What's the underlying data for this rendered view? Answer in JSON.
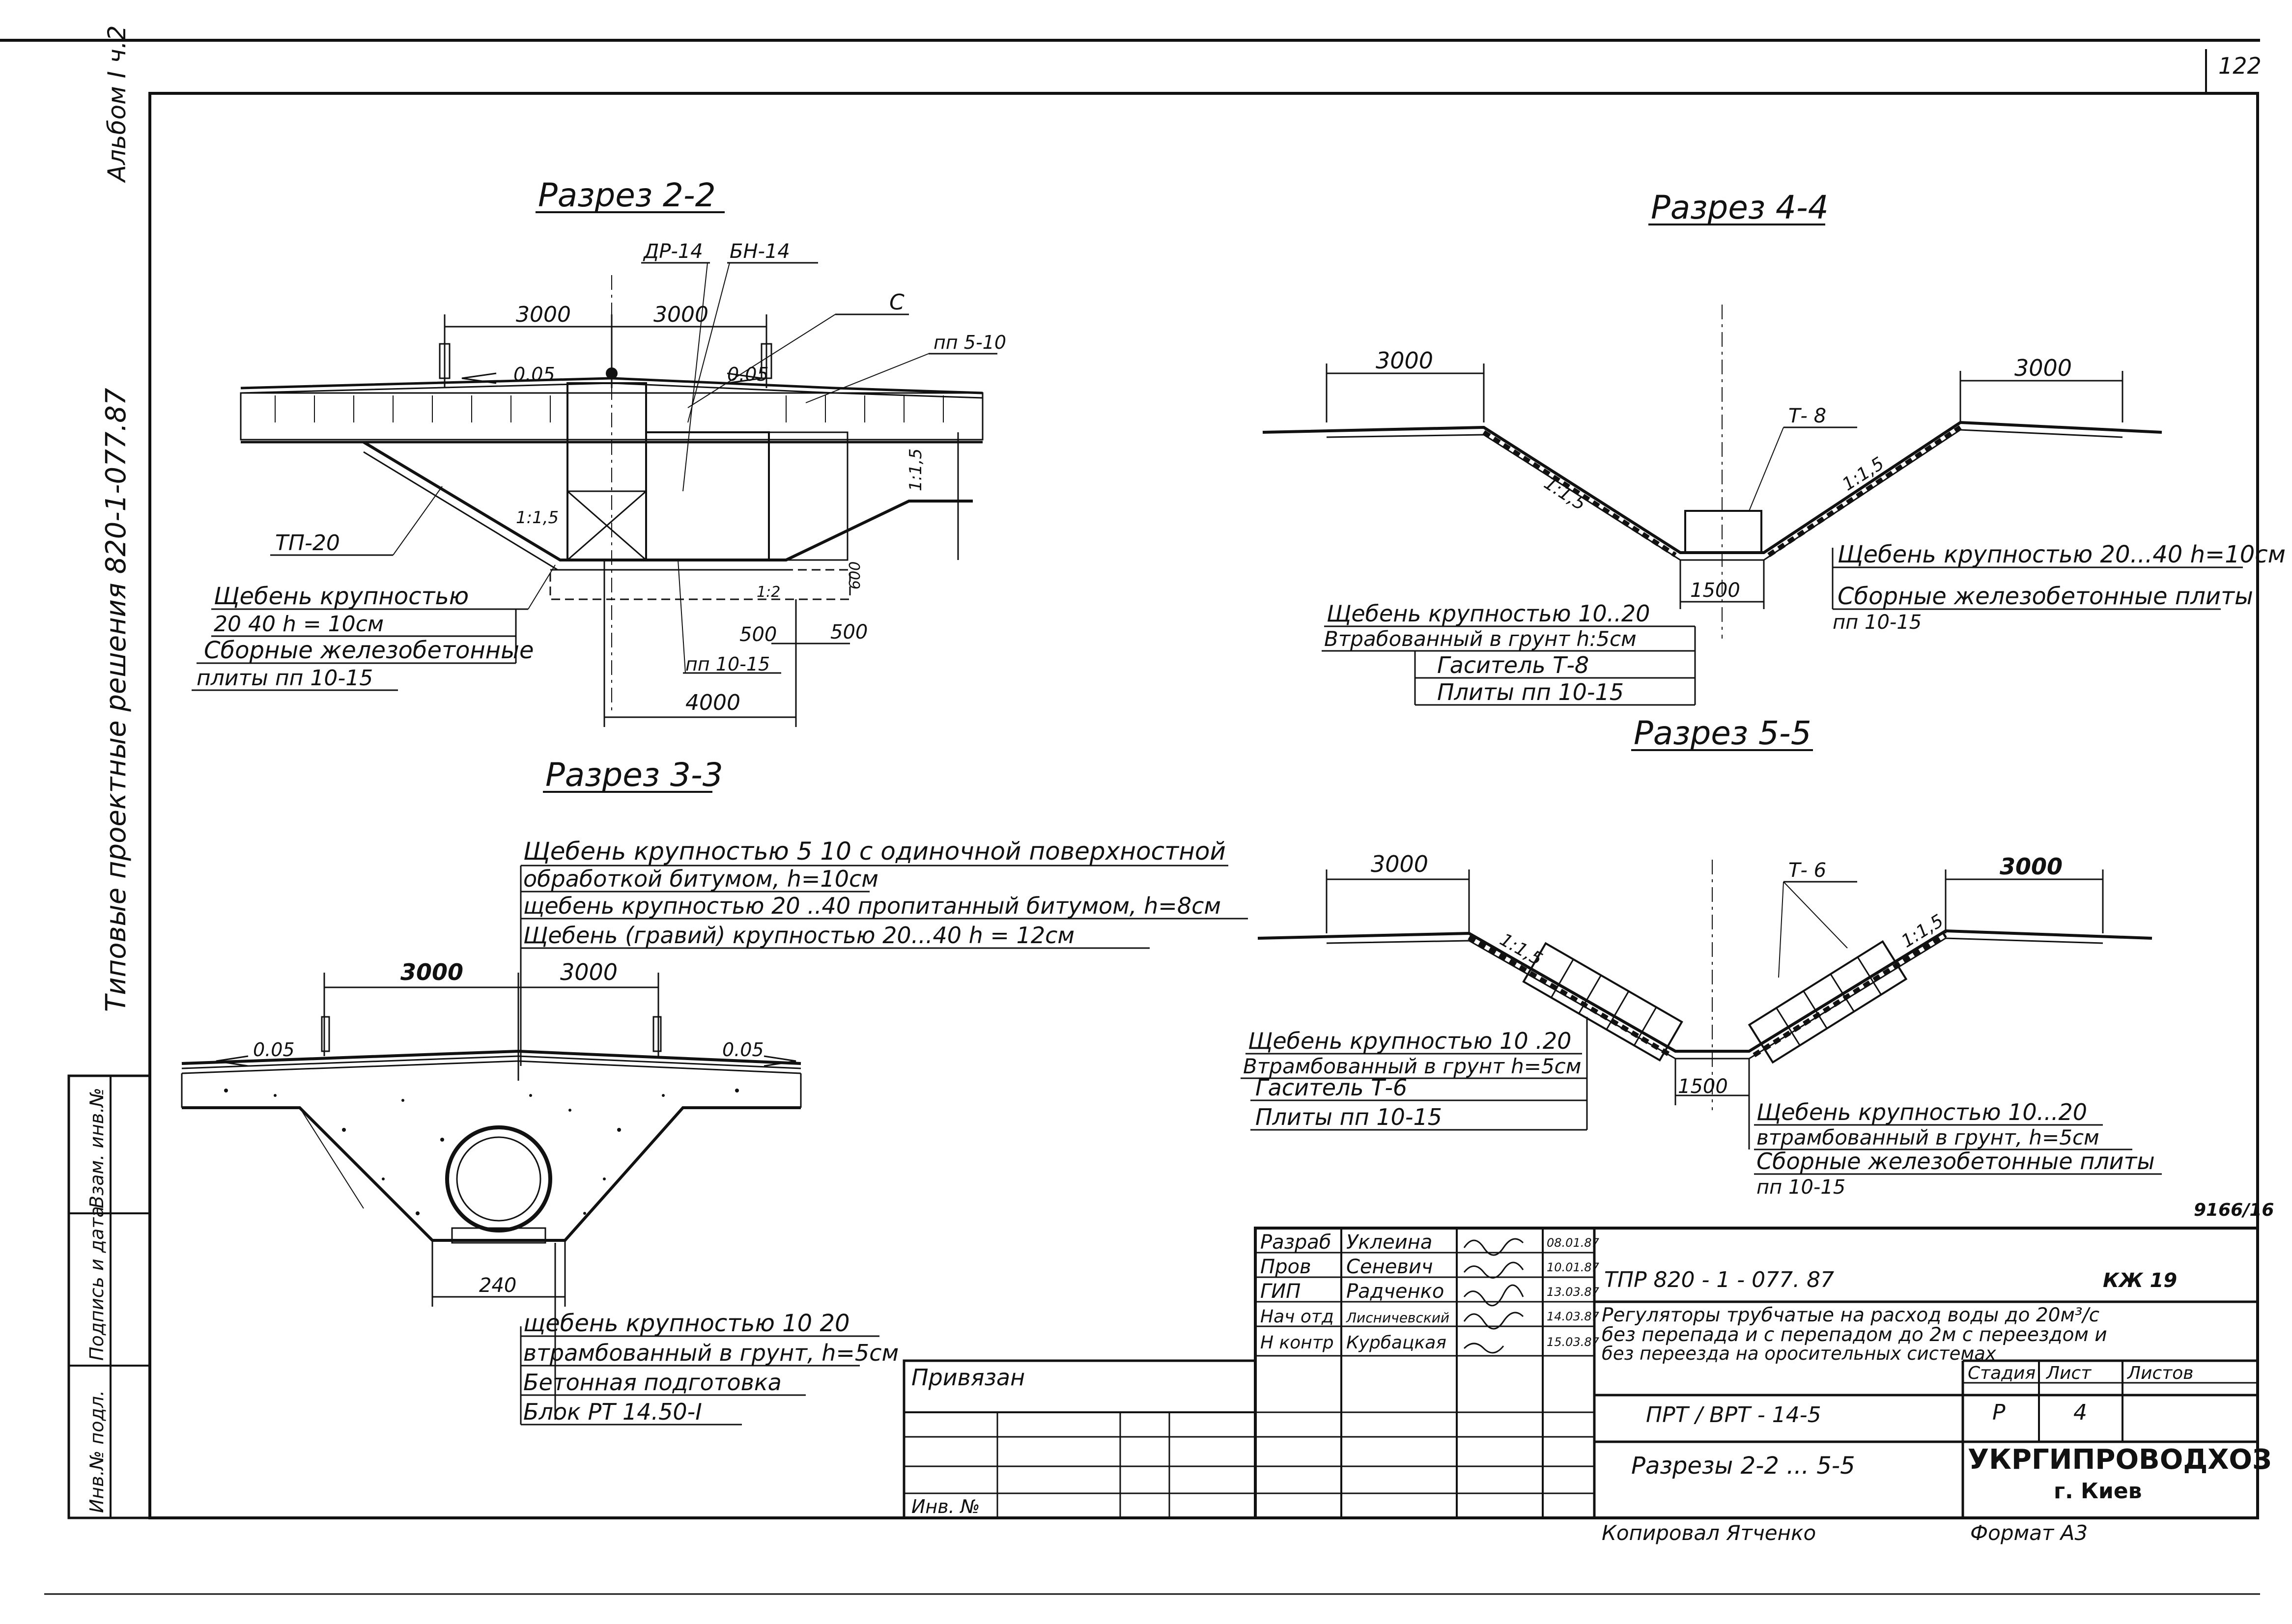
{
  "sheet": {
    "page_number": "122",
    "album_label": "Альбом I ч.2",
    "side_title": "Типовые проектные решения   820-1-077.87",
    "doc_code_mark": "9166/16"
  },
  "section_2_2": {
    "title": "Разрез 2-2",
    "labels": {
      "dr": "ДР-14",
      "bn": "БН-14",
      "c": "С",
      "pp510": "пп 5-10",
      "tp20": "ТП-20",
      "pp1015": "пп 10-15",
      "slope_left": "1:1,5",
      "slope_right": "1:1,5",
      "slope_bottom": "1:2"
    },
    "dims": {
      "d1": "3000",
      "d2": "3000",
      "grade_left": "0.05",
      "grade_right": "0.05",
      "d500a": "500",
      "d500b": "500",
      "d4000": "4000",
      "d600": "600"
    },
    "callouts": [
      "Щебень  крупностью",
      "20   40        h = 10см",
      "Сборные железобетонные",
      "плиты  пп 10-15"
    ]
  },
  "section_3_3": {
    "title": "Разрез 3-3",
    "dims": {
      "d1": "3000",
      "d2": "3000",
      "grade_left": "0.05",
      "grade_right": "0.05",
      "d240": "240"
    },
    "callouts_top": [
      "Щебень крупностью 5  10     с одиночной поверхностной",
      "обработкой битумом, h=10см",
      "щебень крупностью 20 ..40     пропитанный битумом, h=8см",
      "Щебень (гравий) крупностью  20...40        h = 12см"
    ],
    "callouts_bottom": [
      "щебень крупностью 10  20",
      "втрамбованный в грунт, h=5см",
      "Бетонная подготовка",
      "Блок  РТ  14.50-I"
    ]
  },
  "section_4_4": {
    "title": "Разрез 4-4",
    "dims": {
      "d1": "3000",
      "d2": "3000",
      "d1500": "1500"
    },
    "labels": {
      "t8": "Т- 8",
      "slope_left": "1:1,5",
      "slope_right": "1:1,5"
    },
    "callouts_left": [
      "Щебень крупностью 10..20",
      "Втрабованный в грунт  h:5см",
      "Гаситель  Т-8",
      "Плиты    пп 10-15"
    ],
    "callouts_right": [
      "Щебень  крупностью  20...40     h=10см",
      "Сборные железобетонные плиты",
      "пп 10-15"
    ]
  },
  "section_5_5": {
    "title": "Разрез 5-5",
    "dims": {
      "d1": "3000",
      "d2": "3000",
      "d1500": "1500"
    },
    "labels": {
      "t6": "Т- 6",
      "slope_left": "1:1,5",
      "slope_right": "1:1,5"
    },
    "callouts_left": [
      "Щебень  крупностью 10 .20",
      "Втрамбованный в грунт h=5см",
      "Гаситель   Т-6",
      "Плиты   пп 10-15"
    ],
    "callouts_right": [
      "Щебень  крупностью  10...20",
      "втрамбованный  в  грунт,  h=5см",
      "Сборные железобетонные плиты",
      "пп 10-15"
    ]
  },
  "side_stamp": {
    "inv_podl": "Инв.№ подл.",
    "podpis": "Подпись и дата",
    "vzam": "Взам. инв.№"
  },
  "title_block": {
    "signatures": [
      {
        "role": "Разраб",
        "name": "Уклеина",
        "date": "08.01.87"
      },
      {
        "role": "Пров",
        "name": "Сеневич",
        "date": "10.01.87"
      },
      {
        "role": "ГИП",
        "name": "Радченко",
        "date": "13.03.87"
      },
      {
        "role": "Нач отд",
        "name": "Лисничевский",
        "date": "14.03.87"
      },
      {
        "role": "Н контр",
        "name": "Курбацкая",
        "date": "15.03.87"
      }
    ],
    "doc_number": "ТПР 820 -  1 - 077. 87",
    "kzh": "КЖ 19",
    "description": [
      "Регуляторы трубчатые на расход воды до 20м³/с",
      "без перепада  и  с перепадом до 2м  с переездом и",
      "без переезда  на  оросительных  системах"
    ],
    "variant": "ПРТ / ВРТ  -  14-5",
    "sheet_title": "Разрезы 2-2 ... 5-5",
    "stage_label": "Стадия",
    "sheet_label": "Лист",
    "sheets_label": "Листов",
    "stage": "Р",
    "sheet_no": "4",
    "org": "УКРГИПРОВОДХОЗ",
    "city": "г. Киев",
    "privyazan": "Привязан",
    "inv_no": "Инв. №",
    "copied": "Копировал  Ятченко",
    "format": "Формат  А3"
  }
}
